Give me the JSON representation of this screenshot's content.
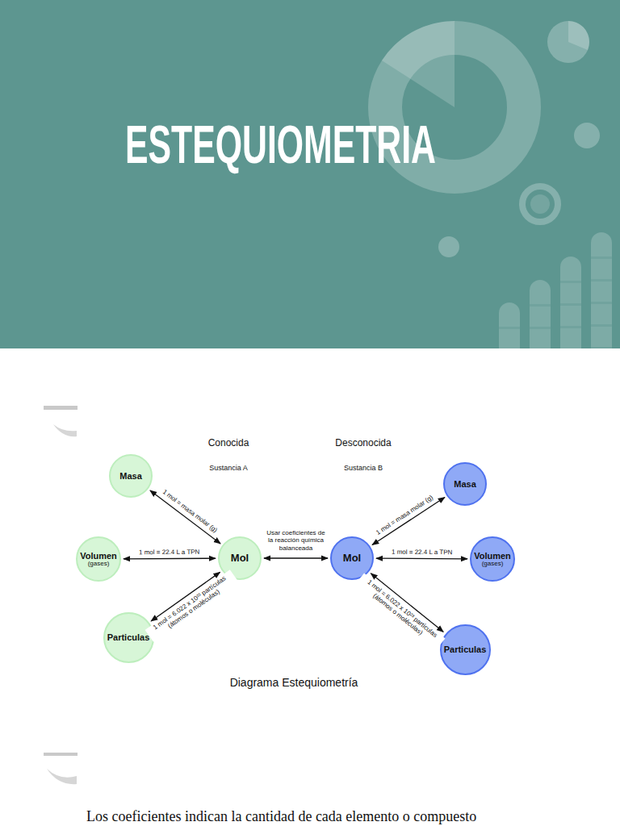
{
  "diagram": {
    "title": "ESTEQUIOMETRIA",
    "caption": "Diagrama Estequiometría",
    "nodes": [
      {
        "text": [
          "Masa"
        ]
      },
      {
        "text": [
          "Volumen",
          "(gases)"
        ]
      },
      {
        "text": [
          "Particulas"
        ]
      },
      {
        "text": [
          "Mol"
        ]
      },
      {
        "text": [
          "Mol"
        ]
      },
      {
        "text": [
          "Masa"
        ]
      },
      {
        "text": [
          "Volumen",
          "(gases)"
        ]
      },
      {
        "text": [
          "Particulas"
        ]
      }
    ],
    "edges": [
      {
        "from": 0,
        "to": 3,
        "arrow": "both",
        "label": "1 mol = masa molar (g)"
      },
      {
        "from": 1,
        "to": 3,
        "arrow": "both",
        "label": "1 mol = 22.4 L a TPN"
      },
      {
        "from": 2,
        "to": 3,
        "arrow": "both",
        "label": "1 mol = 6.022 x 10²³ partículas (átomos o moléculas)"
      },
      {
        "from": 3,
        "to": 4,
        "arrow": "both",
        "label": "Usar coeficientes de la reacción química balanceada"
      },
      {
        "from": 4,
        "to": 5,
        "arrow": "both",
        "label": "1 mol = masa molar (g)"
      },
      {
        "from": 4,
        "to": 6,
        "arrow": "both",
        "label": "1 mol = 22.4 L a TPN"
      },
      {
        "from": 4,
        "to": 7,
        "arrow": "both",
        "label": "1 mol = 6.022 x 10²³ partículas (átomos o moléculas)"
      }
    ],
    "labels": [
      "Conocida",
      "Sustancia A",
      "Desconocida",
      "Sustancia B",
      "Los coeficientes indican la cantidad de cada elemento o compuesto"
    ]
  }
}
